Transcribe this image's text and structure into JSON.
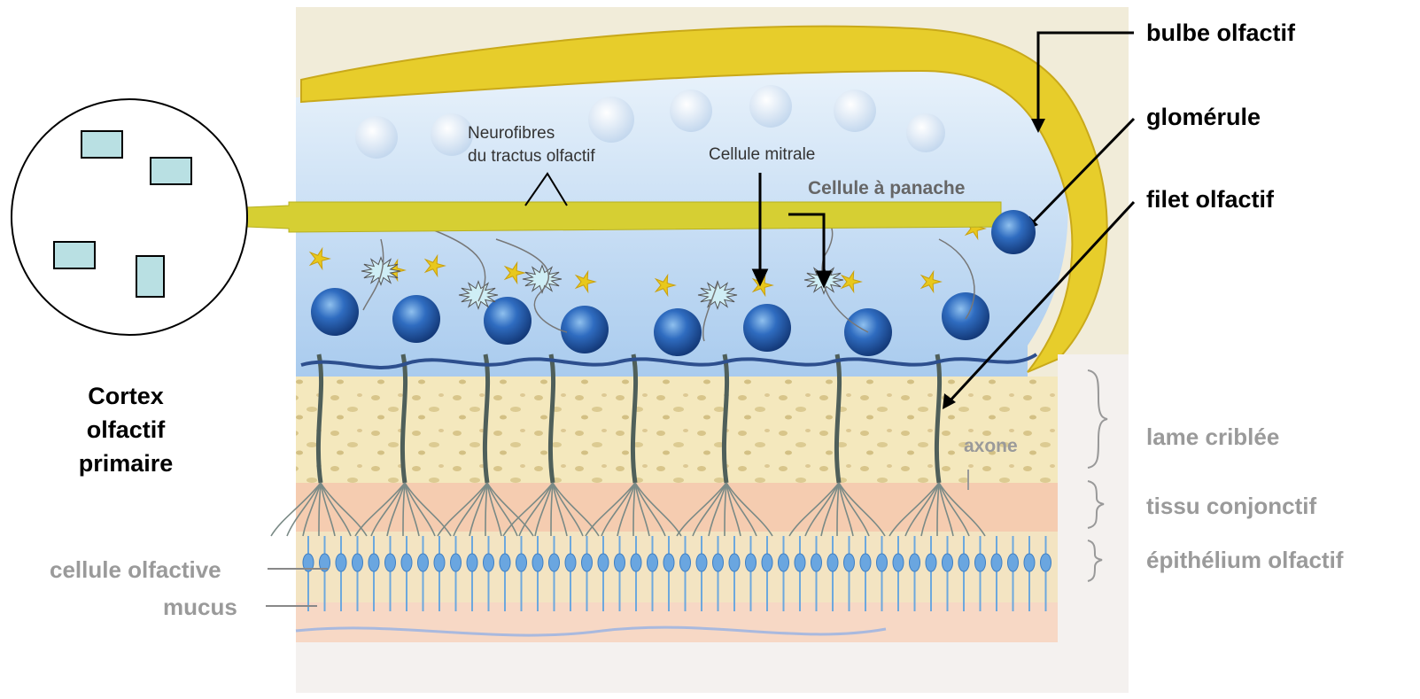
{
  "labels": {
    "bulbe": "bulbe olfactif",
    "glomerule": "glomérule",
    "filet": "filet olfactif",
    "lame": "lame criblée",
    "tissu": "tissu conjonctif",
    "epithelium": "épithélium olfactif",
    "cellule_olfactive": "cellule olfactive",
    "mucus": "mucus",
    "axone": "axone",
    "cortex": [
      "Cortex",
      "olfactif",
      "primaire"
    ],
    "neurofibres": [
      "Neurofibres",
      "du tractus olfactif"
    ],
    "mitrale": "Cellule mitrale",
    "panache": "Cellule à panache"
  },
  "colors": {
    "bulb_yellow": "#e8cf2a",
    "tract_yellow": "#d8d23a",
    "bulb_interior": "#c9dff2",
    "glomerulus_blue": "#2a5fae",
    "bone": "#f3e6b4",
    "connective": "#f4c9ad",
    "epithelium": "#bcd7ee",
    "cortex_rect": "#b9e0e3"
  },
  "icons": {
    "tract_arrow": "arrow-left-icon",
    "synapse": "starburst-icon"
  }
}
